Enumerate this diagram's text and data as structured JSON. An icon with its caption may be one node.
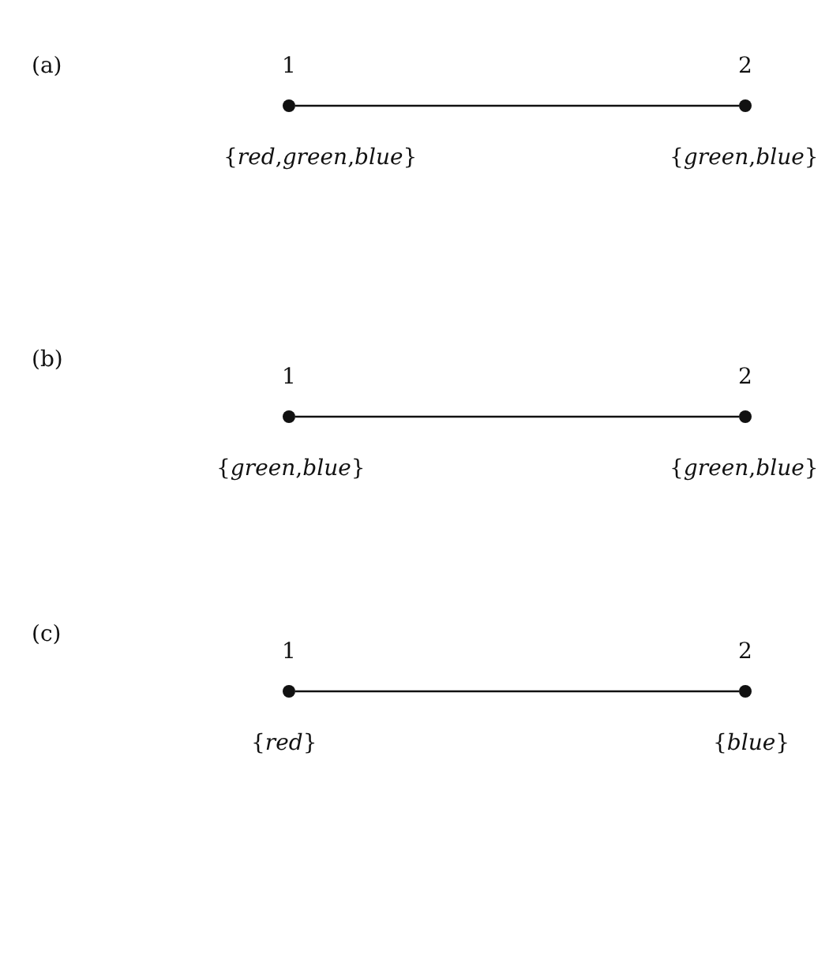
{
  "diagram": {
    "nodes": [
      {
        "text": [],
        "shape": "circle",
        "beside": [
          "1",
          "{*red*,*green*,*blue*}"
        ]
      },
      {
        "text": [],
        "shape": "circle",
        "beside": [
          "2",
          "{*green*,*blue*}"
        ]
      },
      {
        "text": [],
        "shape": "circle",
        "beside": [
          "1",
          "{*green*,*blue*}"
        ]
      },
      {
        "text": [],
        "shape": "circle",
        "beside": [
          "2",
          "{*green*,*blue*}"
        ]
      },
      {
        "text": [],
        "shape": "circle",
        "beside": [
          "1",
          "{*red*}"
        ]
      },
      {
        "text": [],
        "shape": "circle",
        "beside": [
          "2",
          "{*blue*}"
        ]
      }
    ],
    "edges": [
      {
        "from": 0,
        "to": 1,
        "arrow": "none"
      },
      {
        "from": 2,
        "to": 3,
        "arrow": "none"
      },
      {
        "from": 4,
        "to": 5,
        "arrow": "none"
      }
    ],
    "labels": [
      "(a)",
      "(b)",
      "(c)"
    ]
  }
}
